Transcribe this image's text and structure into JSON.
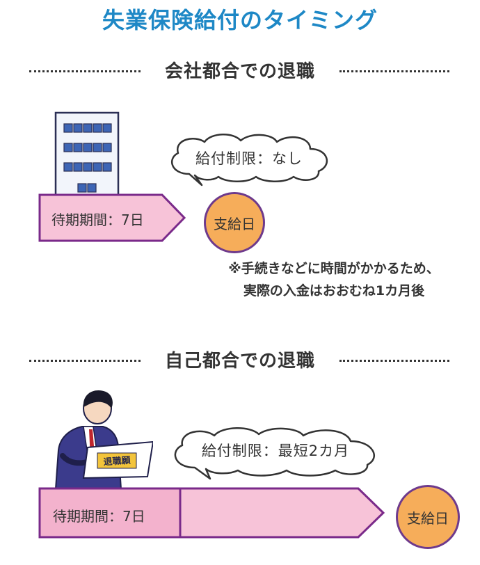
{
  "title": "失業保険給付のタイミング",
  "section1": {
    "heading": "会社都合での退職",
    "restriction": "給付制限：なし",
    "waiting": "待期期間：7日",
    "payday": "支給日",
    "note_line1": "※手続きなどに時間がかかるため、",
    "note_line2": "実際の入金はおおむね1カ月後"
  },
  "section2": {
    "heading": "自己都合での退職",
    "restriction": "給付制限：最短2カ月",
    "waiting": "待期期間：7日",
    "payday": "支給日",
    "sign_text": "退職願"
  },
  "colors": {
    "title": "#1e88c6",
    "arrow_fill": "#f7c3d8",
    "arrow_stroke": "#7a2a8a",
    "payday_fill": "#f6ad5a",
    "payday_stroke": "#6e3a8c",
    "building_fill": "#f2f5fb",
    "window_fill": "#3d65b5"
  }
}
